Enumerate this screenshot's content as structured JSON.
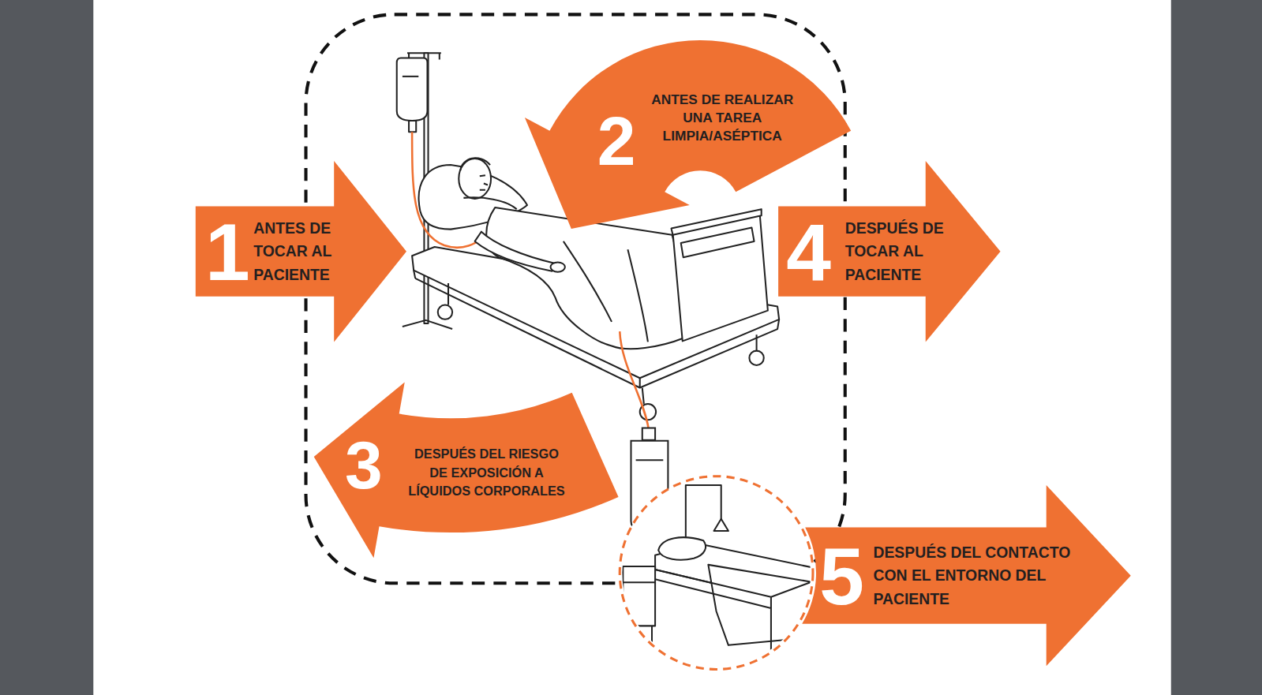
{
  "diagram": {
    "nodes": [
      {
        "text": [
          "1",
          "ANTES DE TOCAR AL PACIENTE"
        ]
      },
      {
        "text": [
          "2",
          "ANTES DE REALIZAR UNA TAREA LIMPIA/ASÉPTICA"
        ]
      },
      {
        "text": [
          "3",
          "DESPUÉS DEL RIESGO DE EXPOSICIÓN A LÍQUIDOS CORPORALES"
        ]
      },
      {
        "text": [
          "4",
          "DESPUÉS DE TOCAR AL PACIENTE"
        ]
      },
      {
        "text": [
          "5",
          "DESPUÉS DEL CONTACTO CON EL ENTORNO DEL PACIENTE"
        ]
      }
    ]
  }
}
